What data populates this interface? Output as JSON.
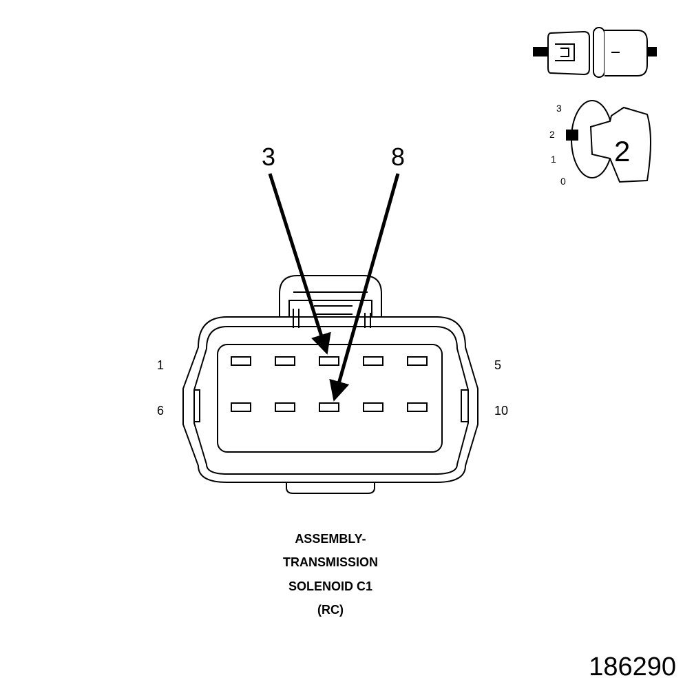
{
  "callouts": [
    "3",
    "8"
  ],
  "pin_labels": {
    "top_left": "1",
    "top_right": "5",
    "bottom_left": "6",
    "bottom_right": "10"
  },
  "view_key": {
    "scale": [
      "3",
      "2",
      "1",
      "0"
    ],
    "view_number": "2"
  },
  "caption": [
    "ASSEMBLY-",
    "TRANSMISSION",
    "SOLENOID C1",
    "(RC)"
  ],
  "figure_id": "186290",
  "colors": {
    "line": "#000000",
    "background": "#ffffff"
  }
}
